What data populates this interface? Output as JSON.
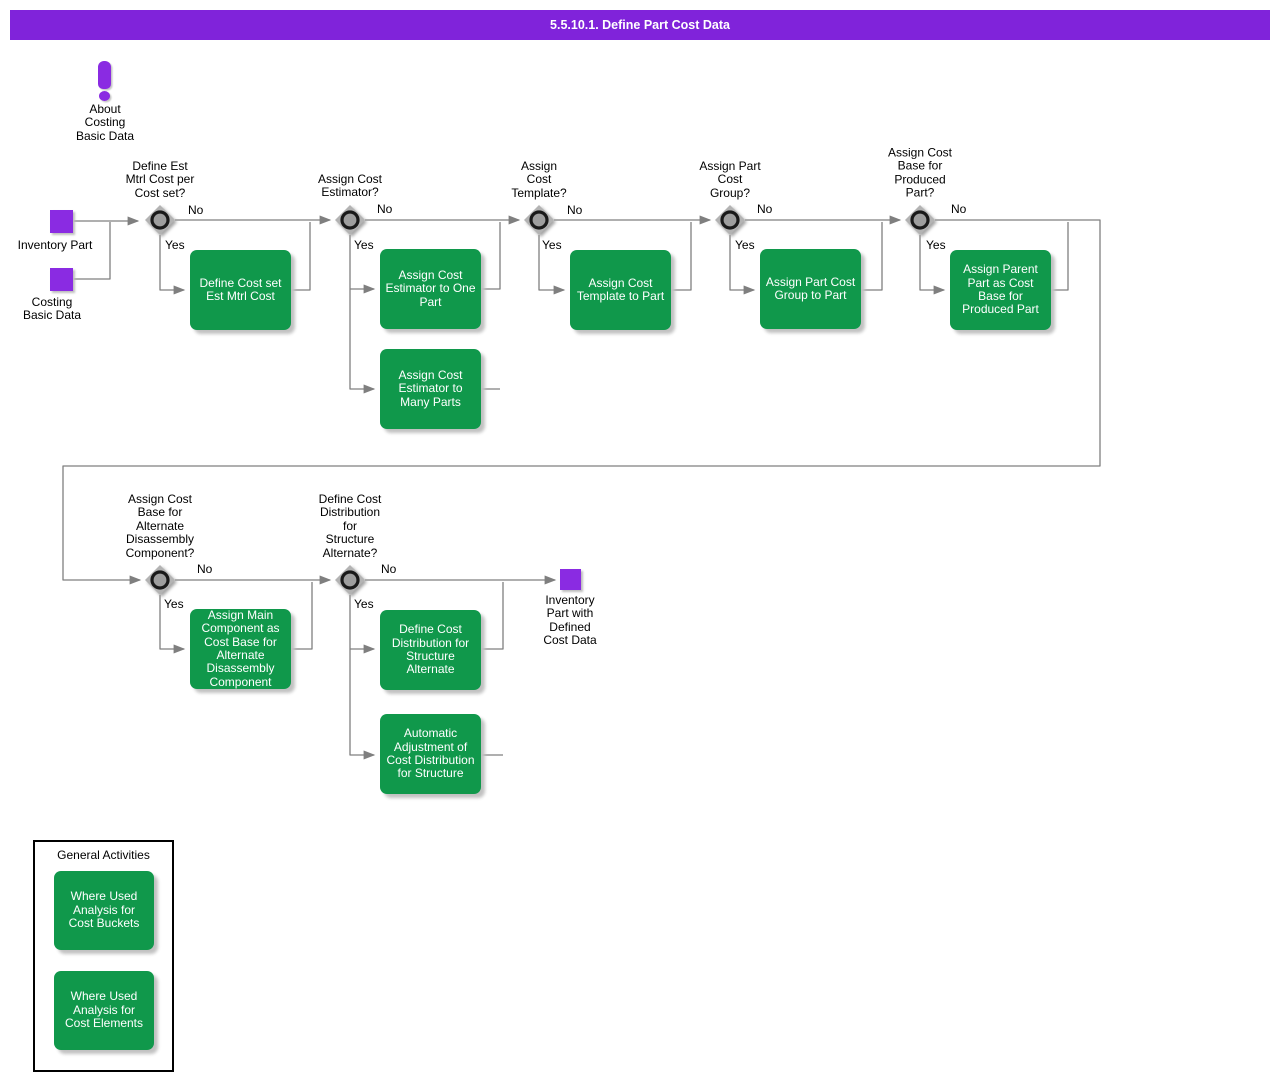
{
  "title": "5.5.10.1. Define Part Cost Data",
  "colors": {
    "titlebar_purple": "#8023DA",
    "node_purple": "#8A2BE2",
    "activity_green": "#10984B",
    "connector_gray": "#7F7F7F",
    "decision_gray": "#B3B3B3"
  },
  "note": {
    "label": "About\nCosting\nBasic Data"
  },
  "start": {
    "inventory_part": "Inventory Part",
    "costing_basic_data": "Costing\nBasic Data"
  },
  "end": {
    "label": "Inventory\nPart with\nDefined\nCost Data"
  },
  "decisions": [
    {
      "question": "Define Est\nMtrl Cost per\nCost set?",
      "no": "No",
      "yes": "Yes"
    },
    {
      "question": "Assign Cost\nEstimator?",
      "no": "No",
      "yes": "Yes"
    },
    {
      "question": "Assign\nCost\nTemplate?",
      "no": "No",
      "yes": "Yes"
    },
    {
      "question": "Assign Part\nCost\nGroup?",
      "no": "No",
      "yes": "Yes"
    },
    {
      "question": "Assign Cost\nBase for\nProduced\nPart?",
      "no": "No",
      "yes": "Yes"
    },
    {
      "question": "Assign Cost\nBase for\nAlternate\nDisassembly\nComponent?",
      "no": "No",
      "yes": "Yes"
    },
    {
      "question": "Define Cost\nDistribution\nfor\nStructure\nAlternate?",
      "no": "No",
      "yes": "Yes"
    }
  ],
  "activities": [
    {
      "label": "Define Cost set\nEst Mtrl Cost"
    },
    {
      "label": "Assign Cost\nEstimator to One\nPart"
    },
    {
      "label": "Assign Cost\nEstimator to\nMany Parts"
    },
    {
      "label": "Assign Cost\nTemplate to Part"
    },
    {
      "label": "Assign Part Cost\nGroup to Part"
    },
    {
      "label": "Assign Parent\nPart as Cost\nBase for\nProduced Part"
    },
    {
      "label": "Assign Main\nComponent as\nCost Base for\nAlternate\nDisassembly\nComponent"
    },
    {
      "label": "Define Cost\nDistribution for\nStructure\nAlternate"
    },
    {
      "label": "Automatic\nAdjustment of\nCost Distribution\nfor Structure"
    }
  ],
  "general": {
    "title": "General Activities",
    "activities": [
      {
        "label": "Where Used\nAnalysis for\nCost Buckets"
      },
      {
        "label": "Where Used\nAnalysis for\nCost Elements"
      }
    ]
  }
}
